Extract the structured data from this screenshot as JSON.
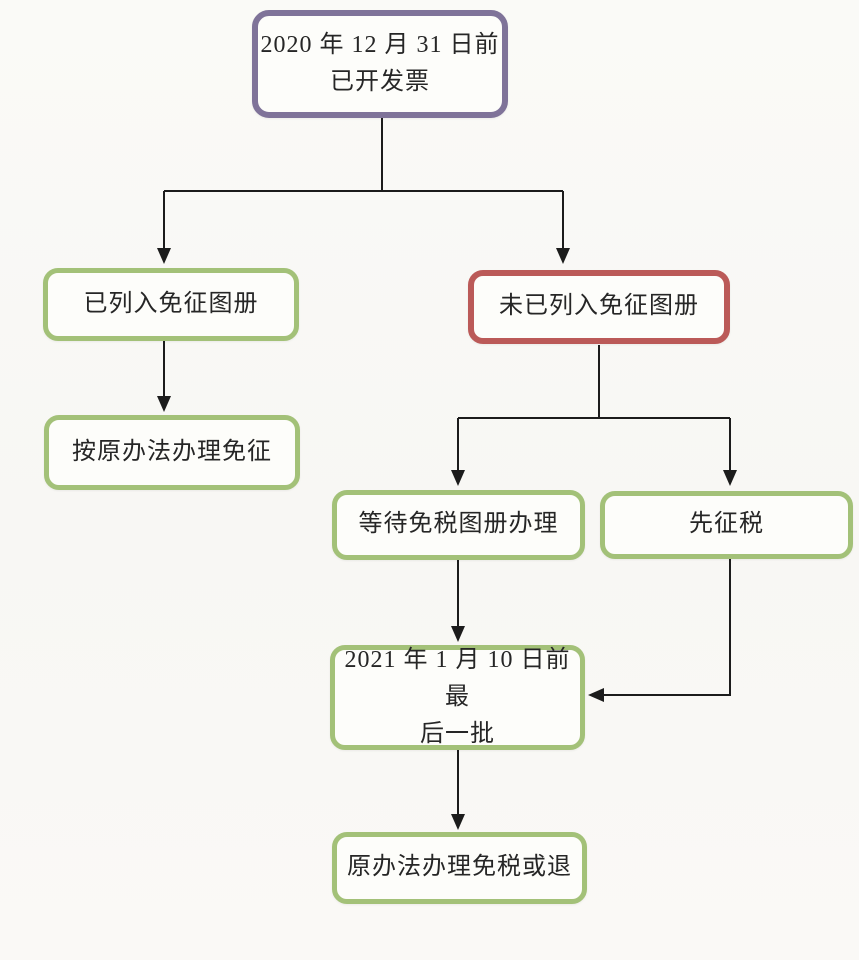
{
  "diagram": {
    "type": "flowchart",
    "background_color": "#f9f8f5",
    "arrow_color": "#1c1c1c",
    "text_color": "#262626",
    "node_fill_color": "#fdfdfa",
    "border_colors": {
      "purple": "#7f7399",
      "green": "#a3c178",
      "red": "#bb5a58"
    },
    "nodes": [
      {
        "id": "invoiced-before-2020-12-31",
        "label": "2020 年 12 月 31 日前\n已开发票",
        "border_color": "#7f7399"
      },
      {
        "id": "listed-in-exemption-catalog",
        "label": "已列入免征图册",
        "border_color": "#a3c178"
      },
      {
        "id": "not-listed-in-exemption-catalog",
        "label": "未已列入免征图册",
        "border_color": "#bb5a58"
      },
      {
        "id": "handle-exemption-original-method",
        "label": "按原办法办理免征",
        "border_color": "#a3c178"
      },
      {
        "id": "wait-exemption-catalog-processing",
        "label": "等待免税图册办理",
        "border_color": "#a3c178"
      },
      {
        "id": "tax-first",
        "label": "先征税",
        "border_color": "#a3c178"
      },
      {
        "id": "last-batch-before-2021-01-10",
        "label": "2021 年 1 月 10 日前最\n后一批",
        "border_color": "#a3c178"
      },
      {
        "id": "original-method-exempt-or-refund",
        "label": "原办法办理免税或退",
        "border_color": "#a3c178"
      }
    ],
    "edges": [
      {
        "from": "invoiced-before-2020-12-31",
        "to": "listed-in-exemption-catalog"
      },
      {
        "from": "invoiced-before-2020-12-31",
        "to": "not-listed-in-exemption-catalog"
      },
      {
        "from": "listed-in-exemption-catalog",
        "to": "handle-exemption-original-method"
      },
      {
        "from": "not-listed-in-exemption-catalog",
        "to": "wait-exemption-catalog-processing"
      },
      {
        "from": "not-listed-in-exemption-catalog",
        "to": "tax-first"
      },
      {
        "from": "wait-exemption-catalog-processing",
        "to": "last-batch-before-2021-01-10"
      },
      {
        "from": "tax-first",
        "to": "last-batch-before-2021-01-10"
      },
      {
        "from": "last-batch-before-2021-01-10",
        "to": "original-method-exempt-or-refund"
      }
    ]
  }
}
